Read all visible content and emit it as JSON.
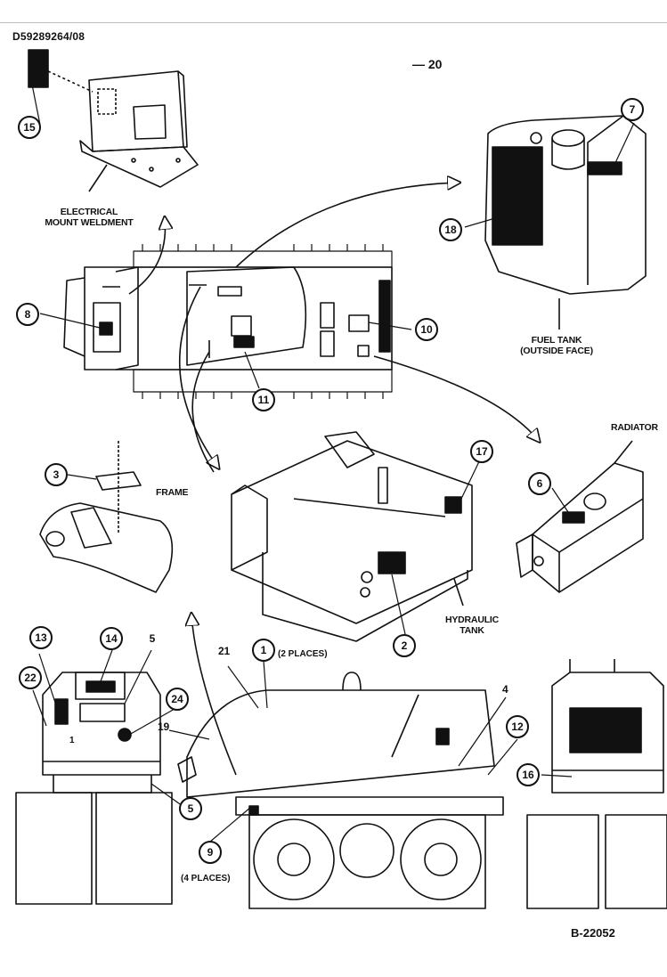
{
  "header": {
    "doc_id": "D59289264/08",
    "page_ref": "— 20"
  },
  "figure_id": "B-22052",
  "labels": {
    "electrical_mount": "ELECTRICAL\nMOUNT WELDMENT",
    "fuel_tank": "FUEL TANK\n(OUTSIDE FACE)",
    "radiator": "RADIATOR",
    "frame": "FRAME",
    "hydraulic_tank": "HYDRAULIC\nTANK",
    "two_places": "(2 PLACES)",
    "four_places": "(4 PLACES)",
    "inline_1": "1"
  },
  "callouts": [
    "15",
    "7",
    "18",
    "8",
    "10",
    "11",
    "3",
    "17",
    "6",
    "2",
    "13",
    "14",
    "5",
    "22",
    "24",
    "21",
    "1",
    "4",
    "19",
    "12",
    "5",
    "9",
    "16"
  ],
  "colors": {
    "ink": "#111111",
    "paper": "#ffffff",
    "rule": "#bdbdbd"
  }
}
